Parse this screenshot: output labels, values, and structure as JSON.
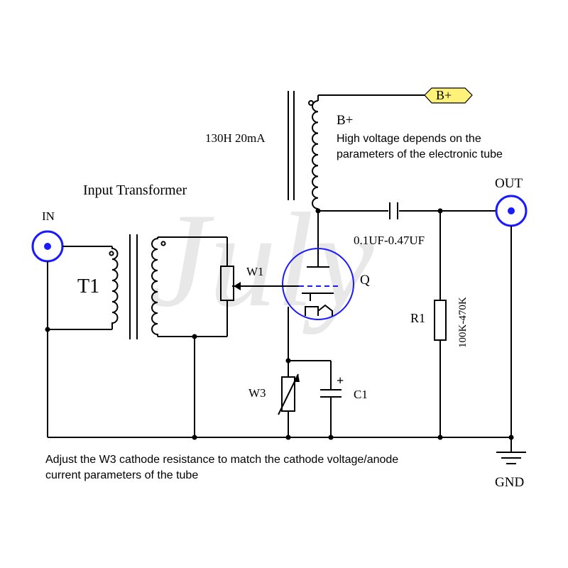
{
  "labels": {
    "inductor": "130H 20mA",
    "bplus_node": "B+",
    "bplus_note_1": "High voltage depends on the",
    "bplus_note_2": "parameters of the electronic tube",
    "bplus_flag": "B+",
    "out": "OUT",
    "in": "IN",
    "input_transformer": "Input Transformer",
    "t1": "T1",
    "w1": "W1",
    "q": "Q",
    "capacitor": "0.1UF-0.47UF",
    "r1": "R1",
    "r1_value": "100K-470K",
    "w3": "W3",
    "c1": "C1",
    "c1_polarity": "+",
    "note_1": "Adjust the W3 cathode resistance to match the cathode voltage/anode",
    "note_2": "current parameters of the tube",
    "gnd": "GND",
    "watermark": "July"
  },
  "colors": {
    "wire": "#000000",
    "tube": "#1a1aff",
    "connector": "#1a1aff",
    "flag_fill": "#fff27a",
    "watermark": "#e6e6e6"
  }
}
